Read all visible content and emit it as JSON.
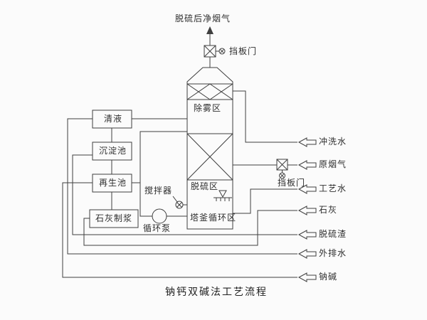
{
  "title": "钠钙双碱法工艺流程",
  "top": {
    "clean_gas_label": "脱硫后净烟气",
    "stack_damper_label": "挡板门"
  },
  "tower": {
    "demister_zone": "除雾区",
    "desulfurization_zone": "脱硫区",
    "sump_zone": "塔釜循环区"
  },
  "left_train": {
    "clear_liquid": "清液",
    "sedimentation_tank": "沉淀池",
    "regeneration_tank": "再生池",
    "lime_slurry": "石灰制浆"
  },
  "equipment": {
    "agitator": "搅拌器",
    "circulation_pump": "循环泵"
  },
  "right_damper_label": "挡板门",
  "right_streams": [
    {
      "label": "冲洗水"
    },
    {
      "label": "原烟气"
    },
    {
      "label": "工艺水"
    },
    {
      "label": "石灰"
    },
    {
      "label": "脱硫渣"
    },
    {
      "label": "外排水"
    },
    {
      "label": "钠碱"
    }
  ],
  "colors": {
    "line": "#3f3f3f",
    "background": "#fbfbfb",
    "text": "#2e2e2e"
  }
}
